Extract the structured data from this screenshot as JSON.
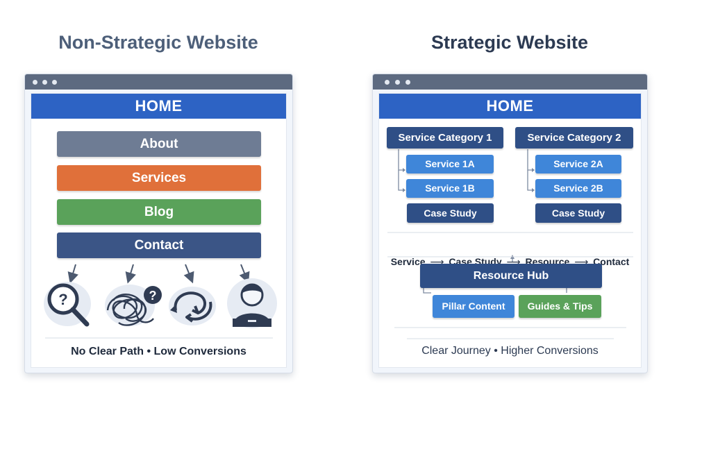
{
  "left": {
    "title": "Non-Strategic Website",
    "home_label": "HOME",
    "nav": [
      {
        "label": "About",
        "color": "#6e7c94"
      },
      {
        "label": "Services",
        "color": "#e0703a"
      },
      {
        "label": "Blog",
        "color": "#5aa25a"
      },
      {
        "label": "Contact",
        "color": "#3b5586"
      }
    ],
    "icons": [
      "magnifier-question-icon",
      "tangled-question-icon",
      "circular-arrows-icon",
      "user-at-laptop-icon"
    ],
    "footer": "No Clear Path • Low Conversions"
  },
  "right": {
    "title": "Strategic Website",
    "home_label": "HOME",
    "categories": [
      {
        "label": "Service Category 1",
        "services": [
          "Service 1A",
          "Service 1B"
        ],
        "case_study": "Case Study"
      },
      {
        "label": "Service Category 2",
        "services": [
          "Service 2A",
          "Service 2B"
        ],
        "case_study": "Case Study"
      }
    ],
    "flow": [
      "Service",
      "Case Study",
      "Resource",
      "Contact"
    ],
    "flow_arrow": "⟶",
    "resource_hub": "Resource Hub",
    "hub_children": [
      {
        "label": "Pillar Content",
        "color": "#3f86d9"
      },
      {
        "label": "Guides & Tips",
        "color": "#5aa25a"
      }
    ],
    "footer": "Clear Journey • Higher Conversions"
  },
  "colors": {
    "home_bar": "#2d63c4",
    "title_bar": "#5d6a80",
    "dark_box": "#2f4f86",
    "service_box": "#3f86d9"
  }
}
